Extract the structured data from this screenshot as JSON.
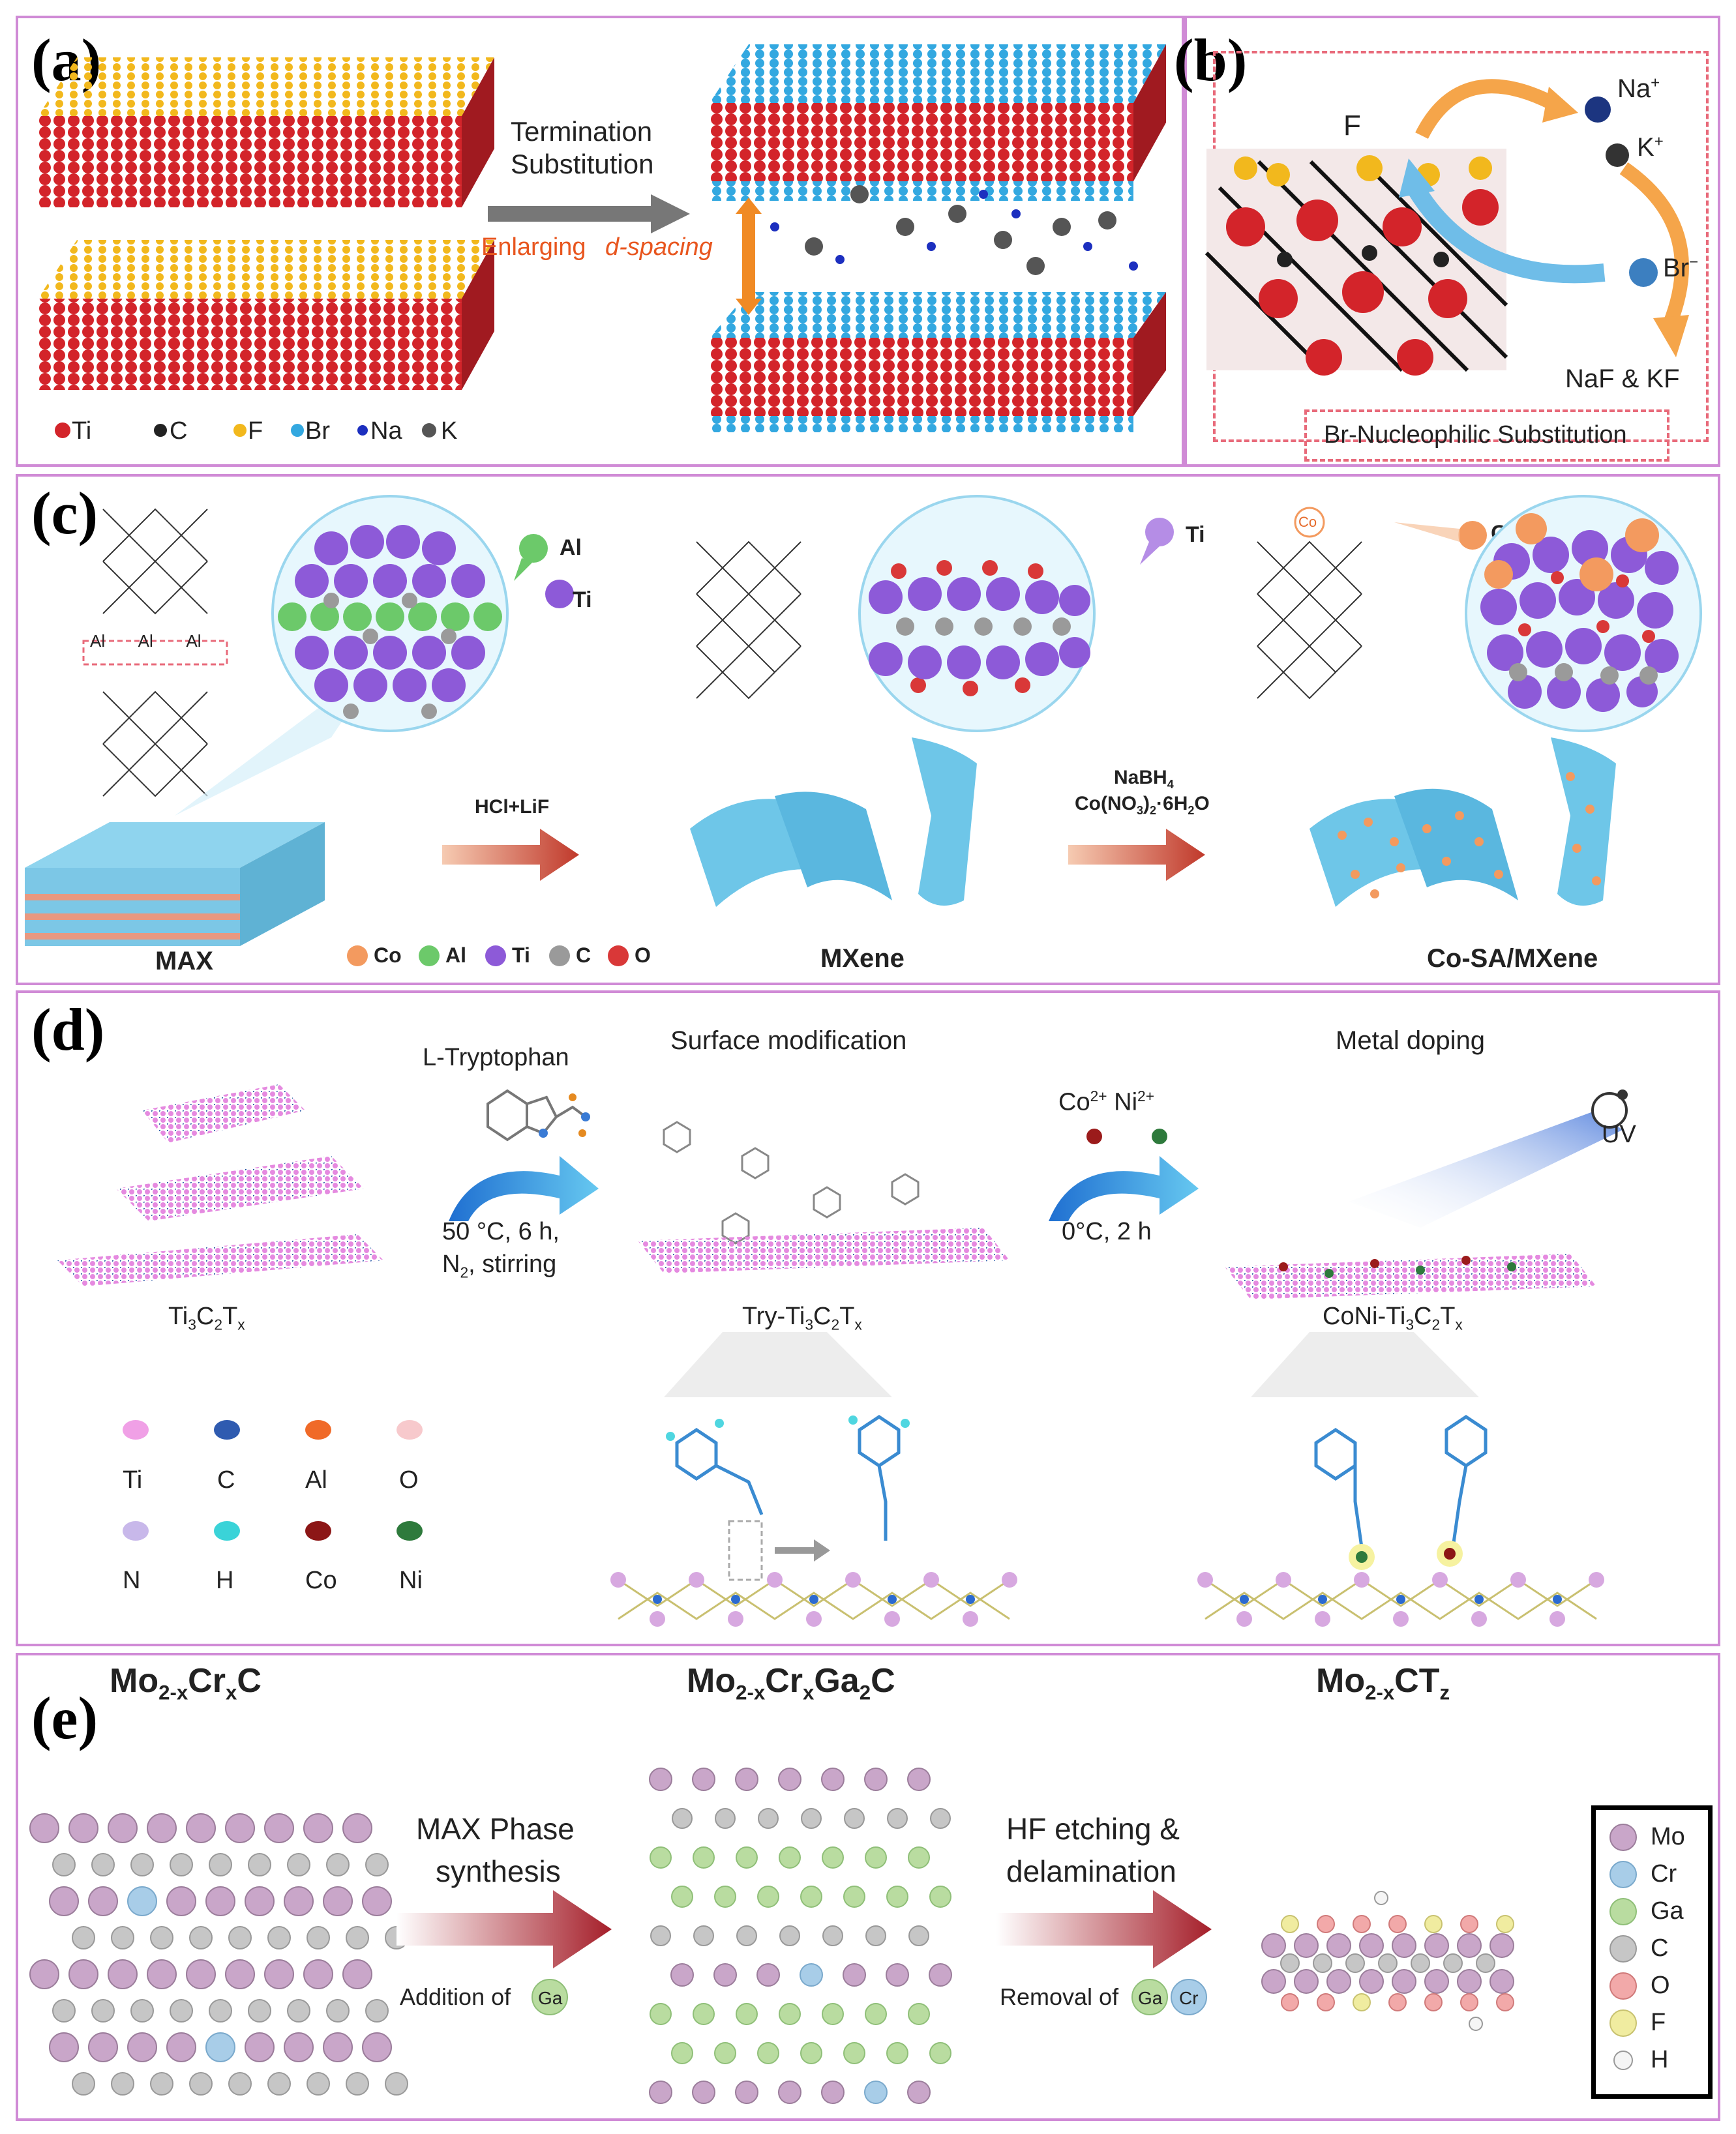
{
  "panels": {
    "a": {
      "label": "(a)",
      "arrow_text_line1": "Termination",
      "arrow_text_line2": "Substitution",
      "enlarging": "Enlarging",
      "dspacing": "d-spacing",
      "legend": [
        "Ti",
        "C",
        "F",
        "Br",
        "Na",
        "K"
      ]
    },
    "b": {
      "label": "(b)",
      "f": "F",
      "na": "Na",
      "k": "K",
      "br": "Br",
      "product": "NaF & KF",
      "caption": "Br-Nucleophilic Substitution"
    },
    "c": {
      "label": "(c)",
      "al_tag": "Al",
      "ti_tag": "Ti",
      "ti_tag2": "Ti",
      "co_tag": "Co",
      "co_small": "Co",
      "step1": "HCl+LiF",
      "step2_line1": "NaBH",
      "step2_line2": "Co(NO",
      "max": "MAX",
      "mxene": "MXene",
      "product": "Co-SA/MXene",
      "legend": [
        "Co",
        "Al",
        "Ti",
        "C",
        "O"
      ]
    },
    "d": {
      "label": "(d)",
      "reagent": "L-Tryptophan",
      "cond1_line1": "50 °C, 6 h,",
      "cond1_line2": "N",
      "cond1_line2b": ", stirring",
      "surface": "Surface modification",
      "metal": "Metal doping",
      "ions": "Co",
      "ions2": "Ni",
      "cond2": "0°C,  2 h",
      "uv": "UV",
      "m1": "Ti",
      "m2": "Try-Ti",
      "m3": "CoNi-Ti",
      "legend": [
        "Ti",
        "C",
        "Al",
        "O",
        "N",
        "H",
        "Co",
        "Ni"
      ]
    },
    "e": {
      "label": "(e)",
      "title1": "Mo",
      "title2": "Mo",
      "title3": "Mo",
      "step1_line1": "MAX Phase",
      "step1_line2": "synthesis",
      "add": "Addition of",
      "step2_line1": "HF etching &",
      "step2_line2": "delamination",
      "remove": "Removal of",
      "ga": "Ga",
      "cr": "Cr",
      "legend": [
        "Mo",
        "Cr",
        "Ga",
        "C",
        "O",
        "F",
        "H"
      ]
    }
  },
  "colors": {
    "ti": "#d3242a",
    "c": "#222222",
    "f": "#f2b81d",
    "br": "#33a8e0",
    "na": "#1c2fbf",
    "k": "#555555",
    "co": "#f39a5f",
    "al": "#6cc96a",
    "ti_purple": "#8d5ad8",
    "o": "#d93838",
    "mxene": "#6ec6e8",
    "mo": "#c9a6c9",
    "cr": "#a8cde8",
    "ga": "#b9dca0",
    "c_gray": "#c6c6c6",
    "o_pink": "#f2a9a9",
    "f_yellow": "#f0eca0",
    "h_white": "#f5f5f5",
    "frame": "#d08bd6"
  }
}
